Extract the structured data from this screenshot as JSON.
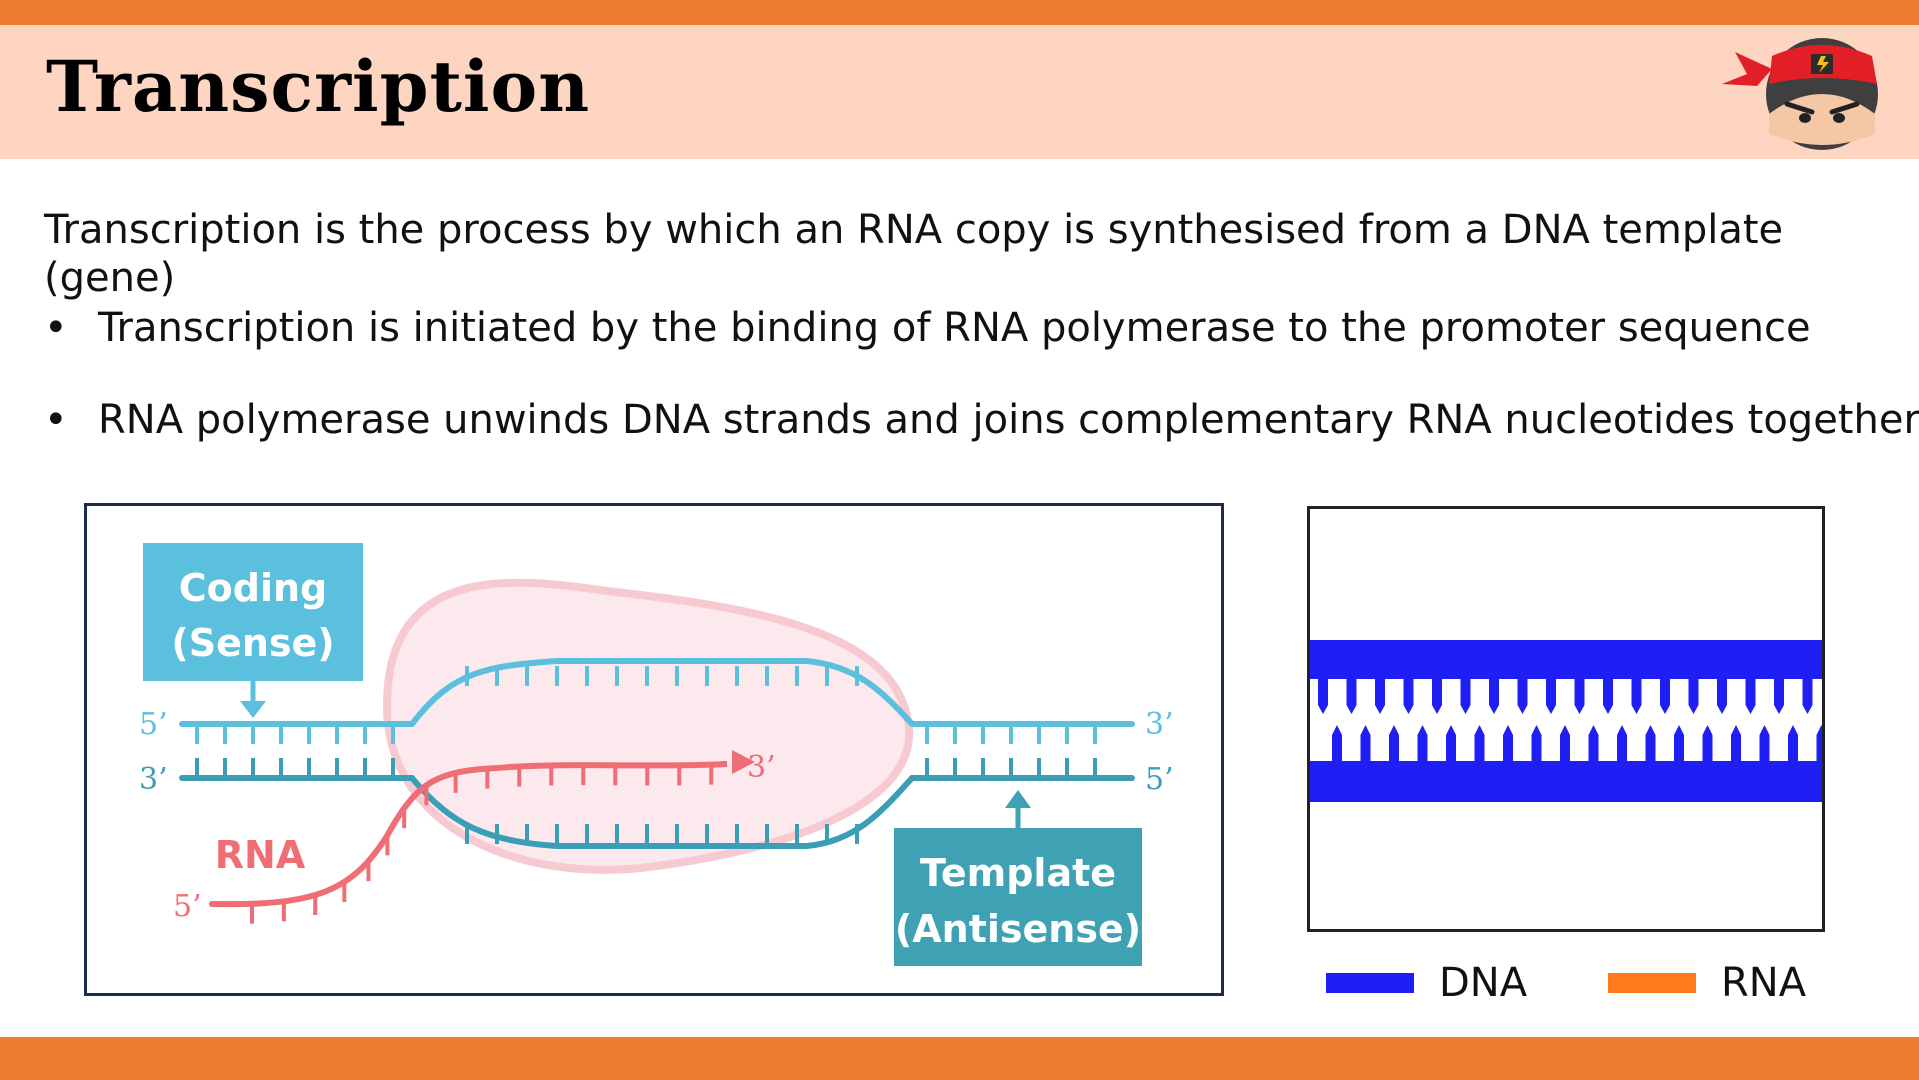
{
  "header": {
    "title": "Transcription"
  },
  "intro": "Transcription is the process by which an RNA copy is synthesised from a DNA template (gene)",
  "bullets": [
    {
      "marker": "•",
      "text": "Transcription is initiated by the binding of RNA polymerase to the promoter sequence"
    },
    {
      "marker": "•",
      "text": "RNA polymerase unwinds DNA strands and joins complementary RNA nucleotides together"
    }
  ],
  "diagram": {
    "coding_label": [
      "Coding",
      "(Sense)"
    ],
    "template_label": [
      "Template",
      "(Antisense)"
    ],
    "rna_label": "RNA",
    "ends": {
      "coding_left": "5’",
      "template_left": "3’",
      "coding_right": "3’",
      "template_right": "5’",
      "rna_start": "5’",
      "rna_end": "3’"
    }
  },
  "legend": [
    {
      "label": "DNA",
      "color": "#1e1ef5"
    },
    {
      "label": "RNA",
      "color": "#ff7a1a"
    }
  ],
  "colors": {
    "accent_orange": "#ee7d31",
    "header_band": "#fdd5c1",
    "coding_strand": "#5bc0dd",
    "template_strand": "#3aa0b5",
    "rna_strand": "#ef6e75",
    "polymerase_bubble": "#fde3e7"
  }
}
